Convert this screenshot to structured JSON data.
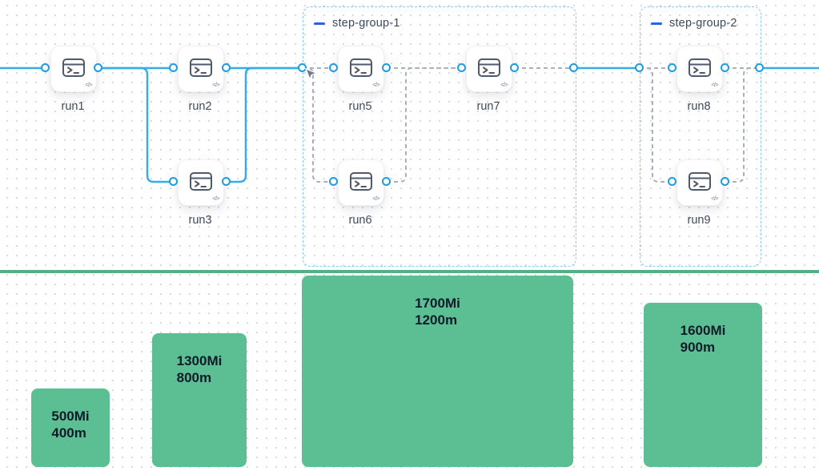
{
  "canvas": {
    "nodes": [
      {
        "id": "run1",
        "label": "run1"
      },
      {
        "id": "run2",
        "label": "run2"
      },
      {
        "id": "run3",
        "label": "run3"
      },
      {
        "id": "run5",
        "label": "run5"
      },
      {
        "id": "run6",
        "label": "run6"
      },
      {
        "id": "run7",
        "label": "run7"
      },
      {
        "id": "run8",
        "label": "run8"
      },
      {
        "id": "run9",
        "label": "run9"
      }
    ],
    "groups": [
      {
        "id": "step-group-1",
        "label": "step-group-1"
      },
      {
        "id": "step-group-2",
        "label": "step-group-2"
      }
    ]
  },
  "icons": {
    "node_type": "terminal-icon",
    "node_code_glyph": "</>",
    "group_collapse": "minus-dash-icon"
  },
  "resources": {
    "bars": [
      {
        "memory": "500Mi",
        "cpu": "400m"
      },
      {
        "memory": "1300Mi",
        "cpu": "800m"
      },
      {
        "memory": "1700Mi",
        "cpu": "1200m"
      },
      {
        "memory": "1600Mi",
        "cpu": "900m"
      }
    ]
  },
  "colors": {
    "edge_blue": "#38ade4",
    "edge_gray_dashed": "#a9b0bc",
    "port_ring": "#1e9ce3",
    "group_border": "#85caf0",
    "group_dash_accent": "#2563eb",
    "divider_green": "#53b186",
    "bar_green": "#5cbf93",
    "label_text": "#3d4a5c",
    "bar_text": "#0f1b28"
  }
}
